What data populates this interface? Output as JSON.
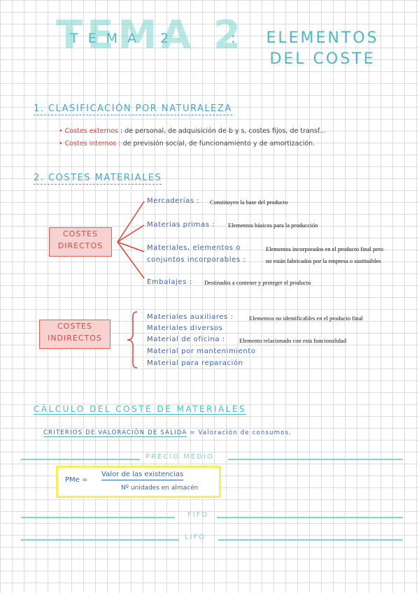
{
  "header": {
    "title_big": "TEMA 2",
    "title_small": "TEMA 2",
    "separator": ":",
    "title_right": "ELEMENTOS DEL COSTE"
  },
  "section1": {
    "title": "1. CLASIFICACIÓN POR NATURALEZA",
    "bullets": [
      {
        "key": "Costes externos",
        "text": ": de personal, de adquisición de b y s, costes fijos, de transf..."
      },
      {
        "key": "Costes internos",
        "text": ": de previsión social, de funcionamiento y de amortización."
      }
    ]
  },
  "section2": {
    "title": "2. COSTES MATERIALES",
    "directos": {
      "label_line1": "COSTES",
      "label_line2": "DIRECTOS",
      "items": [
        {
          "label": "Mercaderías :",
          "desc": "Constituyen la base del producto"
        },
        {
          "label": "Materias primas :",
          "desc": "Elementos básicos para la producción"
        },
        {
          "label": "Materiales, elementos o",
          "label2": "conjuntos incorporables :",
          "desc": "Elementos incorporados en el producto final pero",
          "desc2": "no están fabricados por la empresa o sustituibles"
        },
        {
          "label": "Embalajes :",
          "desc": "Destinados a contener y proteger el producto"
        }
      ]
    },
    "indirectos": {
      "label_line1": "COSTES",
      "label_line2": "INDIRECTOS",
      "items": [
        {
          "label": "Materiales auxiliares :",
          "desc": "Elementos no identificables en el producto final"
        },
        {
          "label": "Materiales diversos",
          "desc": ""
        },
        {
          "label": "Material de oficina :",
          "desc": "Elemento relacionado con esta funcionalidad"
        },
        {
          "label": "Material por mantenimiento",
          "desc": ""
        },
        {
          "label": "Material para reparación",
          "desc": ""
        }
      ]
    }
  },
  "calculo": {
    "title": "CÁLCULO DEL COSTE DE MATERIALES",
    "criterios_label": "CRITERIOS DE VALORACIÓN DE SALIDA",
    "criterios_rest": "= Valoración de consumos.",
    "precio_medio": "PRECIO MEDIO",
    "pme_label": "PMe =",
    "pme_numerator": "Valor de las existencias",
    "pme_denominator": "Nº unidades en almacén",
    "fifo": "FIFO",
    "lifo": "LIFO"
  },
  "colors": {
    "teal": "#4fb9c3",
    "red": "#d9433a",
    "blue": "#3b63a8",
    "highlight": "#f7ee5c"
  }
}
